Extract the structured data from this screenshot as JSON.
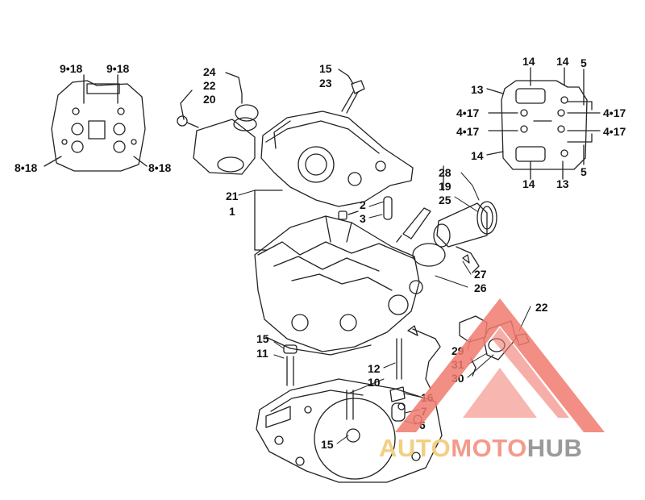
{
  "callouts": {
    "l_9_18_a": "9•18",
    "l_9_18_b": "9•18",
    "l_8_18_a": "8•18",
    "l_8_18_b": "8•18",
    "l_24": "24",
    "l_22a": "22",
    "l_20": "20",
    "l_15a": "15",
    "l_23": "23",
    "l_21": "21",
    "l_1": "1",
    "l_2": "2",
    "l_3": "3",
    "l_28": "28",
    "l_19": "19",
    "l_25": "25",
    "l_27": "27",
    "l_26": "26",
    "l_22b": "22",
    "l_29": "29",
    "l_31": "31",
    "l_30": "30",
    "l_15b": "15",
    "l_11": "11",
    "l_12": "12",
    "l_10": "10",
    "l_16": "16",
    "l_7": "7",
    "l_6": "6",
    "l_15c": "15",
    "l_14a": "14",
    "l_14b": "14",
    "l_5a": "5",
    "l_13a": "13",
    "l_4_17_a": "4•17",
    "l_4_17_b": "4•17",
    "l_4_17_c": "4•17",
    "l_4_17_d": "4•17",
    "l_14c": "14",
    "l_5b": "5",
    "l_14d": "14",
    "l_13b": "13"
  },
  "watermark": {
    "word_auto": "AUTO",
    "word_moto": "MOTO",
    "word_hub": "HUB",
    "colors": {
      "auto": "#f3cf83",
      "moto": "#f49a8c",
      "hub": "#9a9a9a",
      "triangle": "#f07a6e"
    }
  }
}
